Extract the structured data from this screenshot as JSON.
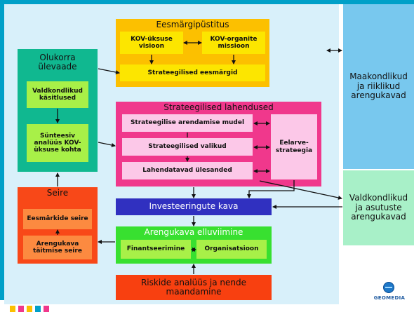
{
  "colors": {
    "frame": "#00a0c8",
    "panel": "#d8f0fa",
    "goal": "#fcc000",
    "strategy": "#f0388c",
    "overview": "#10b890",
    "monitoring": "#f84818",
    "investment": "#3030c0",
    "implementation": "#38e030",
    "risk": "#f84010",
    "external": "#78c8ee",
    "external2": "#a8f0c8"
  },
  "goals": {
    "title": "Eesmärgipüstitus",
    "vision": "KOV-üksuse visioon",
    "mission": "KOV-organite missioon",
    "strategic": "Strateegilised eesmärgid"
  },
  "overview": {
    "title": "Olukorra ülevaade",
    "sectoral": "Valdkondlikud käsitlused",
    "synthesis": "Sünteesiv analüüs KOV-üksuse kohta"
  },
  "strategy": {
    "title": "Strateegilised lahendused",
    "model": "Strateegilise arendamise mudel",
    "choices": "Strateegilised valikud",
    "tasks": "Lahendatavad ülesanded",
    "budget": "Eelarve-strateegia"
  },
  "monitoring": {
    "title": "Seire",
    "goals": "Eesmärkide seire",
    "plan": "Arengukava täitmise seire"
  },
  "investment": {
    "title": "Investeeringute kava"
  },
  "implementation": {
    "title": "Arengukava elluviimine",
    "financing": "Finantseerimine",
    "organisation": "Organisatsioon"
  },
  "risk": {
    "title": "Riskide analüüs ja nende maandamine"
  },
  "external": {
    "regional": "Maakondlikud ja riiklikud arengukavad",
    "sectoral": "Valdkondlikud ja asutuste arengukavad"
  },
  "logo": {
    "text": "GEOMEDIA"
  }
}
